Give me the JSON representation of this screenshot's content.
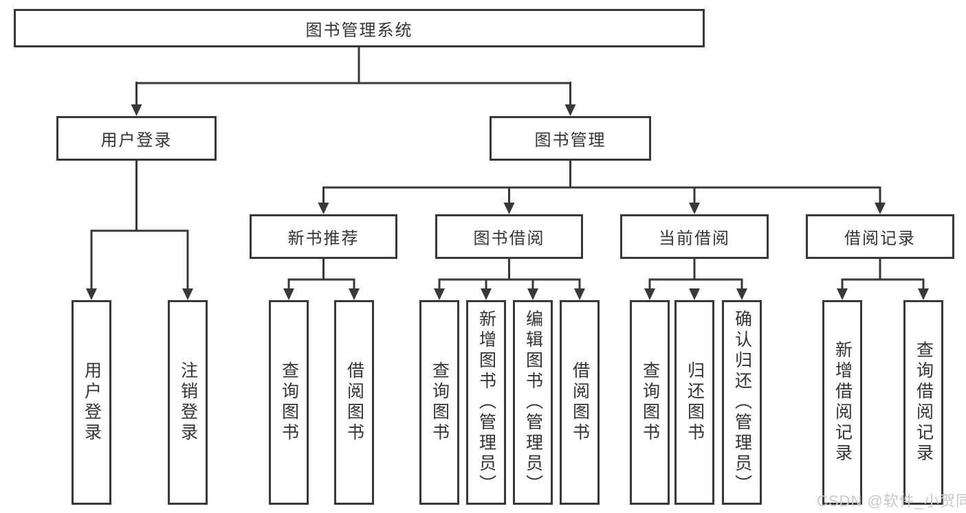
{
  "tree": {
    "root": {
      "label": "图书管理系统"
    },
    "level2": {
      "user_login": {
        "label": "用户登录"
      },
      "book_management": {
        "label": "图书管理"
      }
    },
    "level3": {
      "new_book_recommend": {
        "label": "新书推荐"
      },
      "book_borrowing": {
        "label": "图书借阅"
      },
      "current_borrowing": {
        "label": "当前借阅"
      },
      "borrowing_records": {
        "label": "借阅记录"
      }
    },
    "leaves": {
      "user_login": [
        "用户登录",
        "注销登录"
      ],
      "new_book_recommend": [
        "查询图书",
        "借阅图书"
      ],
      "book_borrowing": [
        "查询图书",
        "新增图书（管理员）",
        "编辑图书（管理员）",
        "借阅图书"
      ],
      "current_borrowing": [
        "查询图书",
        "归还图书",
        "确认归还（管理员）"
      ],
      "borrowing_records": [
        "新增借阅记录",
        "查询借阅记录"
      ]
    }
  },
  "watermark": {
    "text": "CSDN @软件_小贺同学"
  },
  "colors": {
    "line": "#383838",
    "text": "#333333",
    "background": "#ffffff",
    "watermark": "#c9c9c9"
  }
}
